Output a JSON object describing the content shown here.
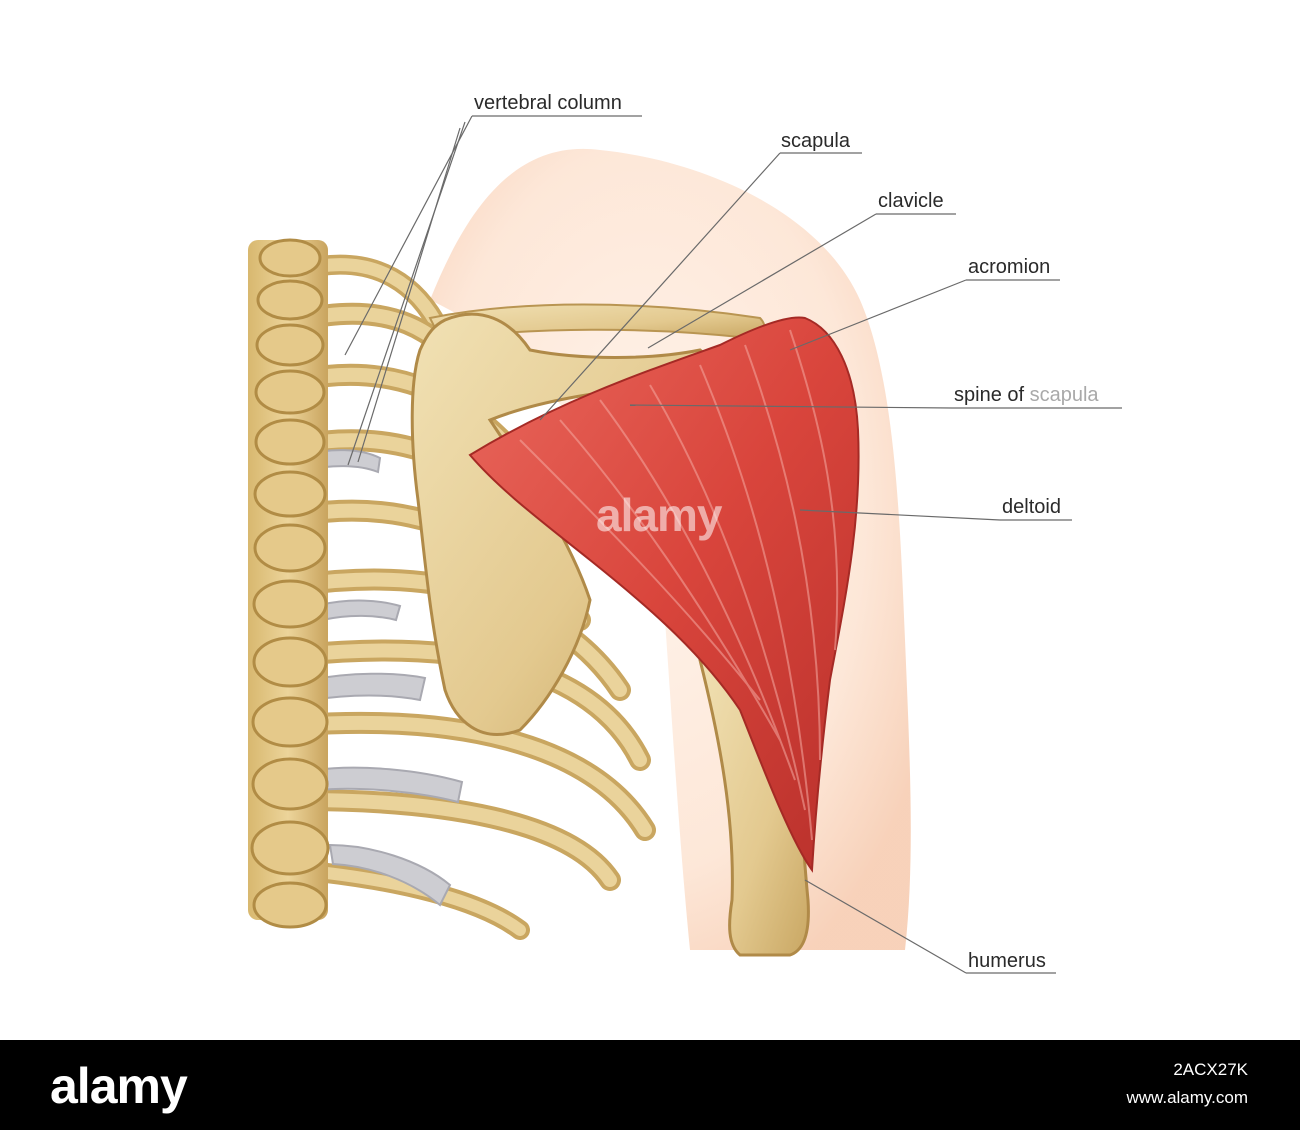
{
  "labels": {
    "vertebral_column": "vertebral column",
    "scapula": "scapula",
    "clavicle": "clavicle",
    "acromion": "acromion",
    "spine_of_scapula_prefix": "spine of ",
    "spine_of_scapula_suffix": "scapula",
    "deltoid": "deltoid",
    "humerus": "humerus"
  },
  "watermark": {
    "text": "alamy"
  },
  "footer": {
    "logo": "alamy",
    "image_id": "2ACX27K",
    "url": "www.alamy.com"
  },
  "colors": {
    "bone": "#e6d09a",
    "bone_shadow": "#b89450",
    "muscle": "#d9453c",
    "skin": "#fbe2cf",
    "cartilage": "#c8c8cc"
  }
}
